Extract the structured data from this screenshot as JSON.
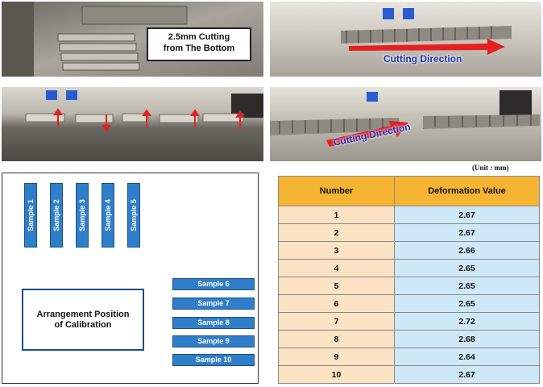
{
  "photos": {
    "top_left_label": [
      "2.5mm Cutting",
      "from The Bottom"
    ],
    "cutting_direction_label": "Cutting Direction"
  },
  "unit_note": "(Unit : mm)",
  "layout": {
    "vertical_samples": [
      "Sample 1",
      "Sample 2",
      "Sample 3",
      "Sample 4",
      "Sample 5"
    ],
    "horizontal_samples": [
      "Sample 6",
      "Sample 7",
      "Sample 8",
      "Sample 9",
      "Sample 10"
    ],
    "caption": [
      "Arrangement Position",
      "of Calibration"
    ]
  },
  "table": {
    "headers": [
      "Number",
      "Deformation Value"
    ],
    "rows": [
      [
        "1",
        "2.67"
      ],
      [
        "2",
        "2.67"
      ],
      [
        "3",
        "2.66"
      ],
      [
        "4",
        "2.65"
      ],
      [
        "5",
        "2.65"
      ],
      [
        "6",
        "2.65"
      ],
      [
        "7",
        "2.72"
      ],
      [
        "8",
        "2.68"
      ],
      [
        "9",
        "2.64"
      ],
      [
        "10",
        "2.67"
      ]
    ]
  },
  "colors": {
    "sample_blue": "#2f7ec9",
    "header_orange": "#f6b433",
    "number_cell": "#fbe3c4",
    "value_cell": "#cfe8f7",
    "arrow_red": "#e52020",
    "label_blue": "#1a2fb5"
  }
}
